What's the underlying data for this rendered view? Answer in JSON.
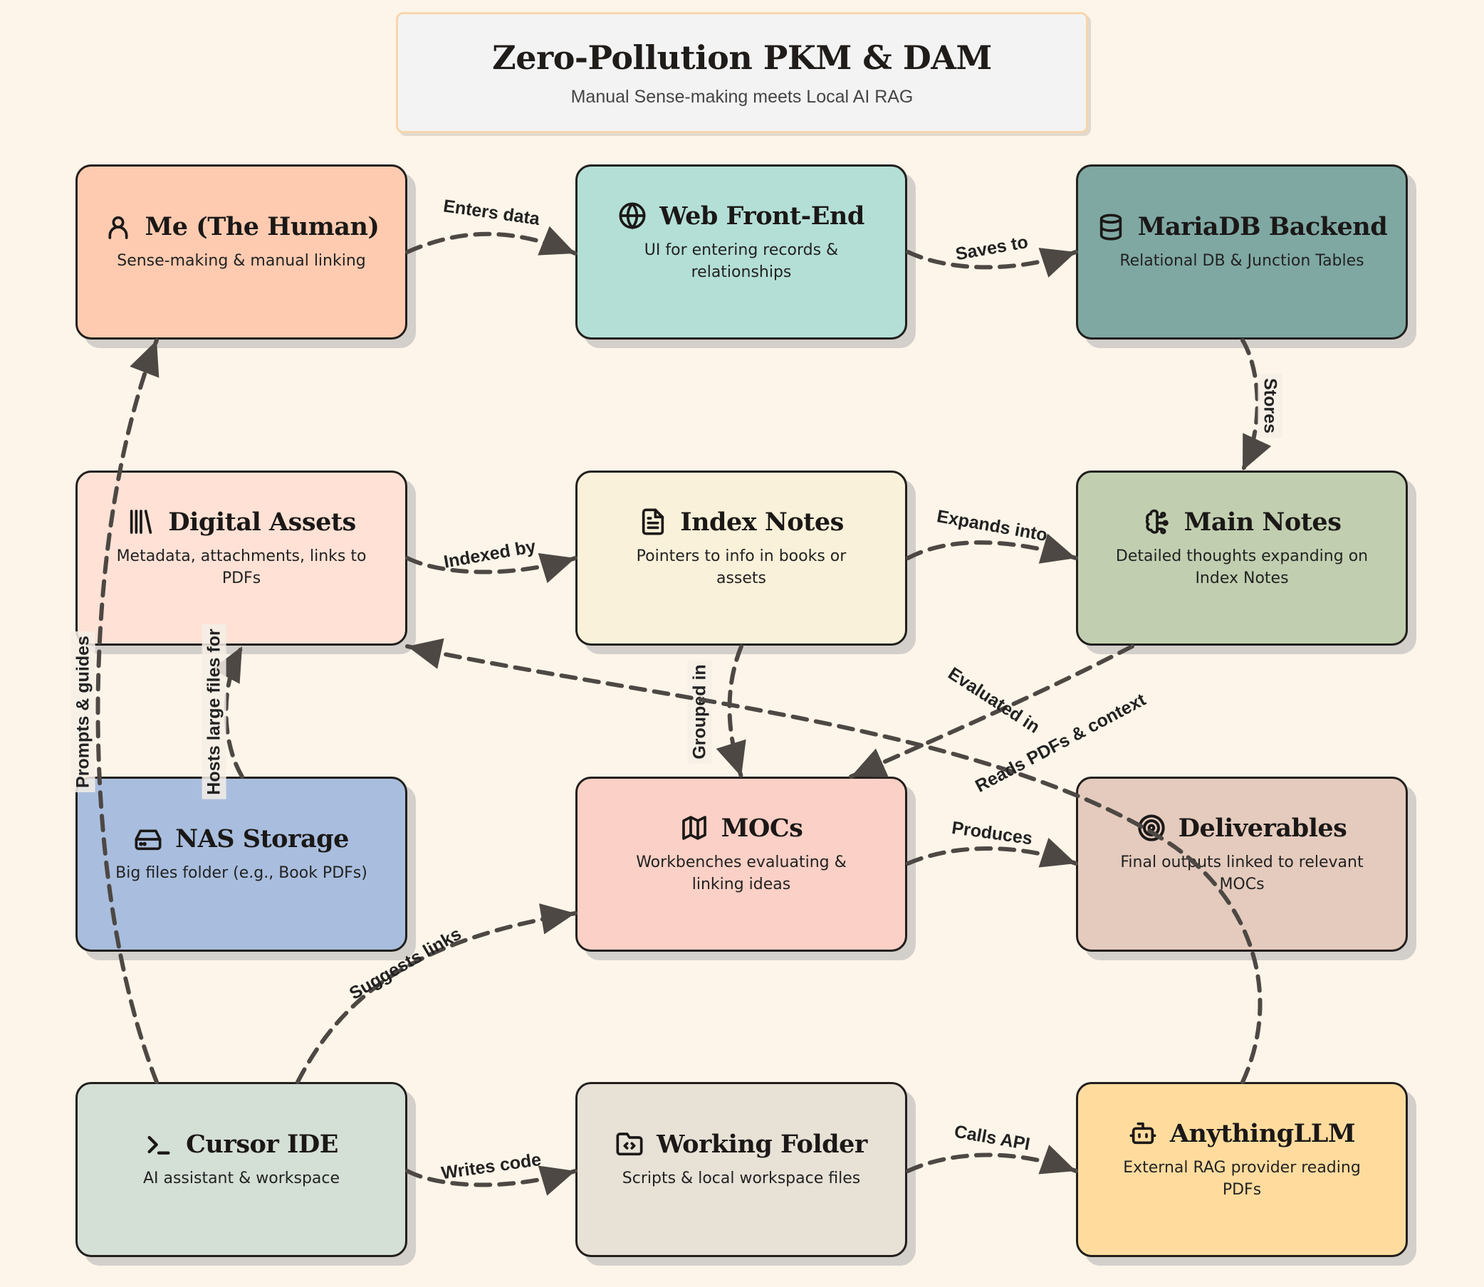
{
  "header": {
    "title": "Zero-Pollution PKM & DAM",
    "subtitle": "Manual Sense-making meets Local AI RAG"
  },
  "nodes": [
    {
      "id": "me",
      "title": "Me (The Human)",
      "description": "Sense-making & manual linking",
      "icon": "user-icon",
      "color": "#ffcbb0"
    },
    {
      "id": "web",
      "title": "Web Front-End",
      "description": "UI for entering records & relationships",
      "icon": "globe-icon",
      "color": "#b4dfd6"
    },
    {
      "id": "mariadb",
      "title": "MariaDB Backend",
      "description": "Relational DB & Junction Tables",
      "icon": "database-icon",
      "color": "#7fa8a3"
    },
    {
      "id": "assets",
      "title": "Digital Assets",
      "description": "Metadata, attachments, links to PDFs",
      "icon": "library-icon",
      "color": "#ffe1d5"
    },
    {
      "id": "index",
      "title": "Index Notes",
      "description": "Pointers to info in books or assets",
      "icon": "file-text-icon",
      "color": "#f9f1d9"
    },
    {
      "id": "main",
      "title": "Main Notes",
      "description": "Detailed thoughts expanding on Index Notes",
      "icon": "brain-circuit-icon",
      "color": "#c1cfb0"
    },
    {
      "id": "nas",
      "title": "NAS Storage",
      "description": "Big files folder (e.g., Book PDFs)",
      "icon": "hard-drive-icon",
      "color": "#a9bede"
    },
    {
      "id": "mocs",
      "title": "MOCs",
      "description": "Workbenches evaluating & linking ideas",
      "icon": "map-icon",
      "color": "#fbd0c6"
    },
    {
      "id": "deliverables",
      "title": "Deliverables",
      "description": "Final outputs linked to relevant MOCs",
      "icon": "target-icon",
      "color": "#e4cbbd"
    },
    {
      "id": "cursor",
      "title": "Cursor IDE",
      "description": "AI assistant & workspace",
      "icon": "terminal-icon",
      "color": "#d4dfd6"
    },
    {
      "id": "working",
      "title": "Working Folder",
      "description": "Scripts & local workspace files",
      "icon": "folder-code-icon",
      "color": "#e7e1d6"
    },
    {
      "id": "anythingllm",
      "title": "AnythingLLM",
      "description": "External RAG provider reading PDFs",
      "icon": "bot-icon",
      "color": "#ffdc9e"
    }
  ],
  "edges": [
    {
      "from": "me",
      "to": "web",
      "label": "Enters data"
    },
    {
      "from": "web",
      "to": "mariadb",
      "label": "Saves to"
    },
    {
      "from": "mariadb",
      "to": "main",
      "label": "Stores"
    },
    {
      "from": "assets",
      "to": "index",
      "label": "Indexed by"
    },
    {
      "from": "index",
      "to": "main",
      "label": "Expands into"
    },
    {
      "from": "index",
      "to": "mocs",
      "label": "Grouped in"
    },
    {
      "from": "main",
      "to": "mocs",
      "label": "Evaluated in"
    },
    {
      "from": "anythingllm",
      "to": "assets",
      "label": "Reads PDFs & context"
    },
    {
      "from": "mocs",
      "to": "deliverables",
      "label": "Produces"
    },
    {
      "from": "nas",
      "to": "assets",
      "label": "Hosts large files for"
    },
    {
      "from": "cursor",
      "to": "me",
      "label": "Prompts & guides"
    },
    {
      "from": "cursor",
      "to": "mocs",
      "label": "Suggests links"
    },
    {
      "from": "cursor",
      "to": "working",
      "label": "Writes code"
    },
    {
      "from": "working",
      "to": "anythingllm",
      "label": "Calls API"
    }
  ],
  "style": {
    "background": "#fdf5e9",
    "edge_color": "#4d4844",
    "node_border": "#221f1d"
  }
}
